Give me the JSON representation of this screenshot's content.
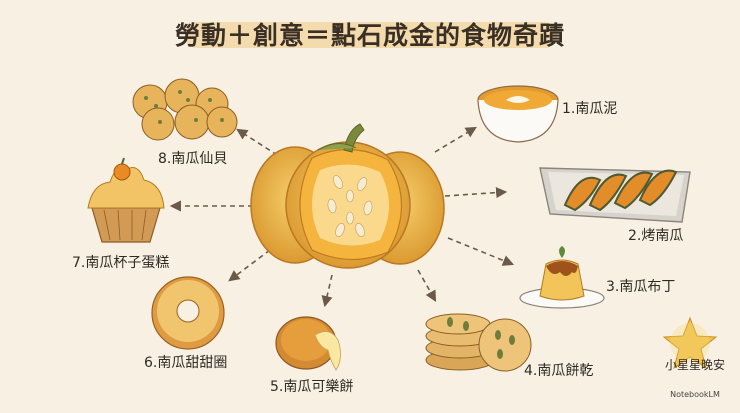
{
  "title": "勞動＋創意＝點石成金的食物奇蹟",
  "center": "pumpkin",
  "items": [
    {
      "label": "1.南瓜泥",
      "icon": "pumpkin-soup-icon"
    },
    {
      "label": "2.烤南瓜",
      "icon": "roasted-pumpkin-icon"
    },
    {
      "label": "3.南瓜布丁",
      "icon": "pudding-icon"
    },
    {
      "label": "4.南瓜餅乾",
      "icon": "cookies-icon"
    },
    {
      "label": "5.南瓜可樂餅",
      "icon": "croquette-icon"
    },
    {
      "label": "6.南瓜甜甜圈",
      "icon": "donut-icon"
    },
    {
      "label": "7.南瓜杯子蛋糕",
      "icon": "cupcake-icon"
    },
    {
      "label": "8.南瓜仙貝",
      "icon": "crackers-icon"
    }
  ],
  "brand": {
    "name": "小星星晚安",
    "icon": "star-icon",
    "watermark": "NotebookLM"
  },
  "colors": {
    "background": "#f8f1e3",
    "pumpkin": "#e9a93a",
    "arrow": "#6b5a48"
  }
}
